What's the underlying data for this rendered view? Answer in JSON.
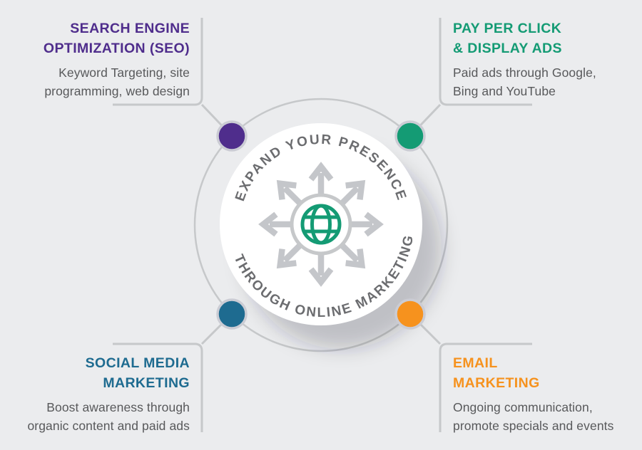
{
  "background_color": "#EBECEE",
  "center": {
    "arc_text_top": "EXPAND YOUR PRESENCE",
    "arc_text_bottom": "THROUGH ONLINE MARKETING",
    "arc_text_color": "#6B6C6F",
    "globe_icon_color": "#149B74",
    "arrow_color": "#C4C6CA",
    "connector_color": "#C6C8CA",
    "dot_border_color": "#CBCCD4"
  },
  "sections": [
    {
      "id": "seo",
      "position": "top-left",
      "accent_color": "#4F2D8C",
      "title_line1": "SEARCH ENGINE",
      "title_line2": "OPTIMIZATION (SEO)",
      "desc_line1": "Keyword Targeting, site",
      "desc_line2": "programming, web design"
    },
    {
      "id": "ppc",
      "position": "top-right",
      "accent_color": "#149B74",
      "title_line1": "PAY PER CLICK",
      "title_line2": "& DISPLAY ADS",
      "desc_line1": "Paid ads through Google,",
      "desc_line2": "Bing and YouTube"
    },
    {
      "id": "social",
      "position": "bottom-left",
      "accent_color": "#1E6B90",
      "title_line1": "SOCIAL MEDIA",
      "title_line2": "MARKETING",
      "desc_line1": "Boost awareness through",
      "desc_line2": "organic content and paid ads"
    },
    {
      "id": "email",
      "position": "bottom-right",
      "accent_color": "#F6921E",
      "title_line1": "EMAIL",
      "title_line2": "MARKETING",
      "desc_line1": "Ongoing communication,",
      "desc_line2": "promote specials and events"
    }
  ]
}
